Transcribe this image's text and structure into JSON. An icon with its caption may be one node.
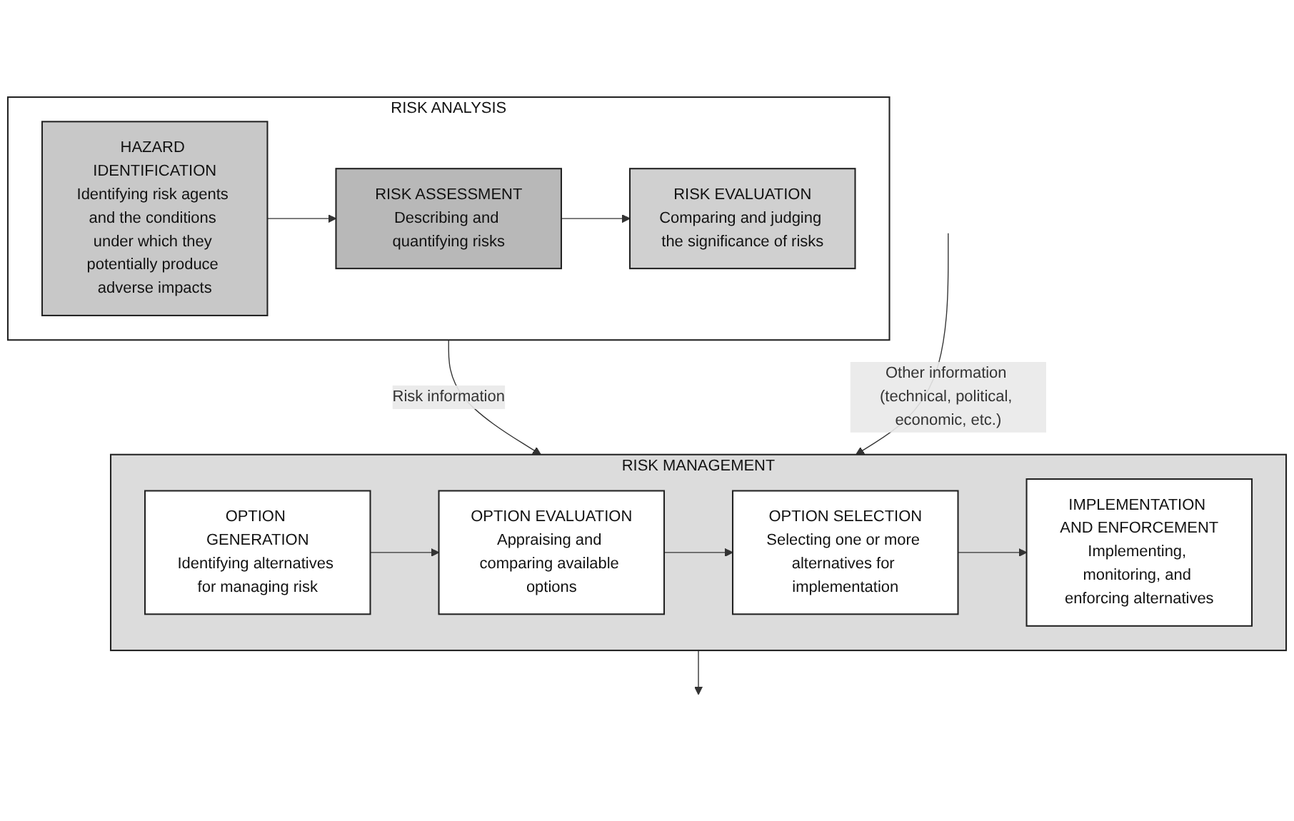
{
  "diagram": {
    "nodes": [
      {
        "text": [
          "RISK ANALYSIS"
        ]
      },
      {
        "text": [
          "HAZARD IDENTIFICATION",
          "Identifying risk agents and the conditions under which they potentially produce adverse impacts"
        ],
        "in": 0
      },
      {
        "text": [
          "RISK ASSESSMENT",
          "Describing and quantifying risks"
        ],
        "in": 0
      },
      {
        "text": [
          "RISK EVALUATION",
          "Comparing and judging the significance of risks"
        ],
        "in": 0
      },
      {
        "text": [
          "RISK MANAGEMENT"
        ]
      },
      {
        "text": [
          "OPTION GENERATION",
          "Identifying alternatives for managing risk"
        ],
        "in": 4
      },
      {
        "text": [
          "OPTION EVALUATION",
          "Appraising and comparing available options"
        ],
        "in": 4
      },
      {
        "text": [
          "OPTION SELECTION",
          "Selecting one or more alternatives for implementation"
        ],
        "in": 4
      },
      {
        "text": [
          "IMPLEMENTATION AND ENFORCEMENT",
          "Implementing, monitoring, and enforcing alternatives"
        ],
        "in": 4
      }
    ],
    "edges": [
      {
        "from": 1,
        "to": 2,
        "arrow": "to"
      },
      {
        "from": 2,
        "to": 3,
        "arrow": "to"
      },
      {
        "from": 0,
        "to": 4,
        "arrow": "to",
        "label": "Risk information"
      },
      {
        "from": 5,
        "to": 6,
        "arrow": "to"
      },
      {
        "from": 6,
        "to": 7,
        "arrow": "to"
      },
      {
        "from": 7,
        "to": 8,
        "arrow": "to"
      },
      {
        "from": 4,
        "to": null,
        "arrow": "to"
      },
      {
        "from": null,
        "to": 4,
        "arrow": "to",
        "label": "Other information (technical, political, economic, etc.)"
      }
    ]
  }
}
